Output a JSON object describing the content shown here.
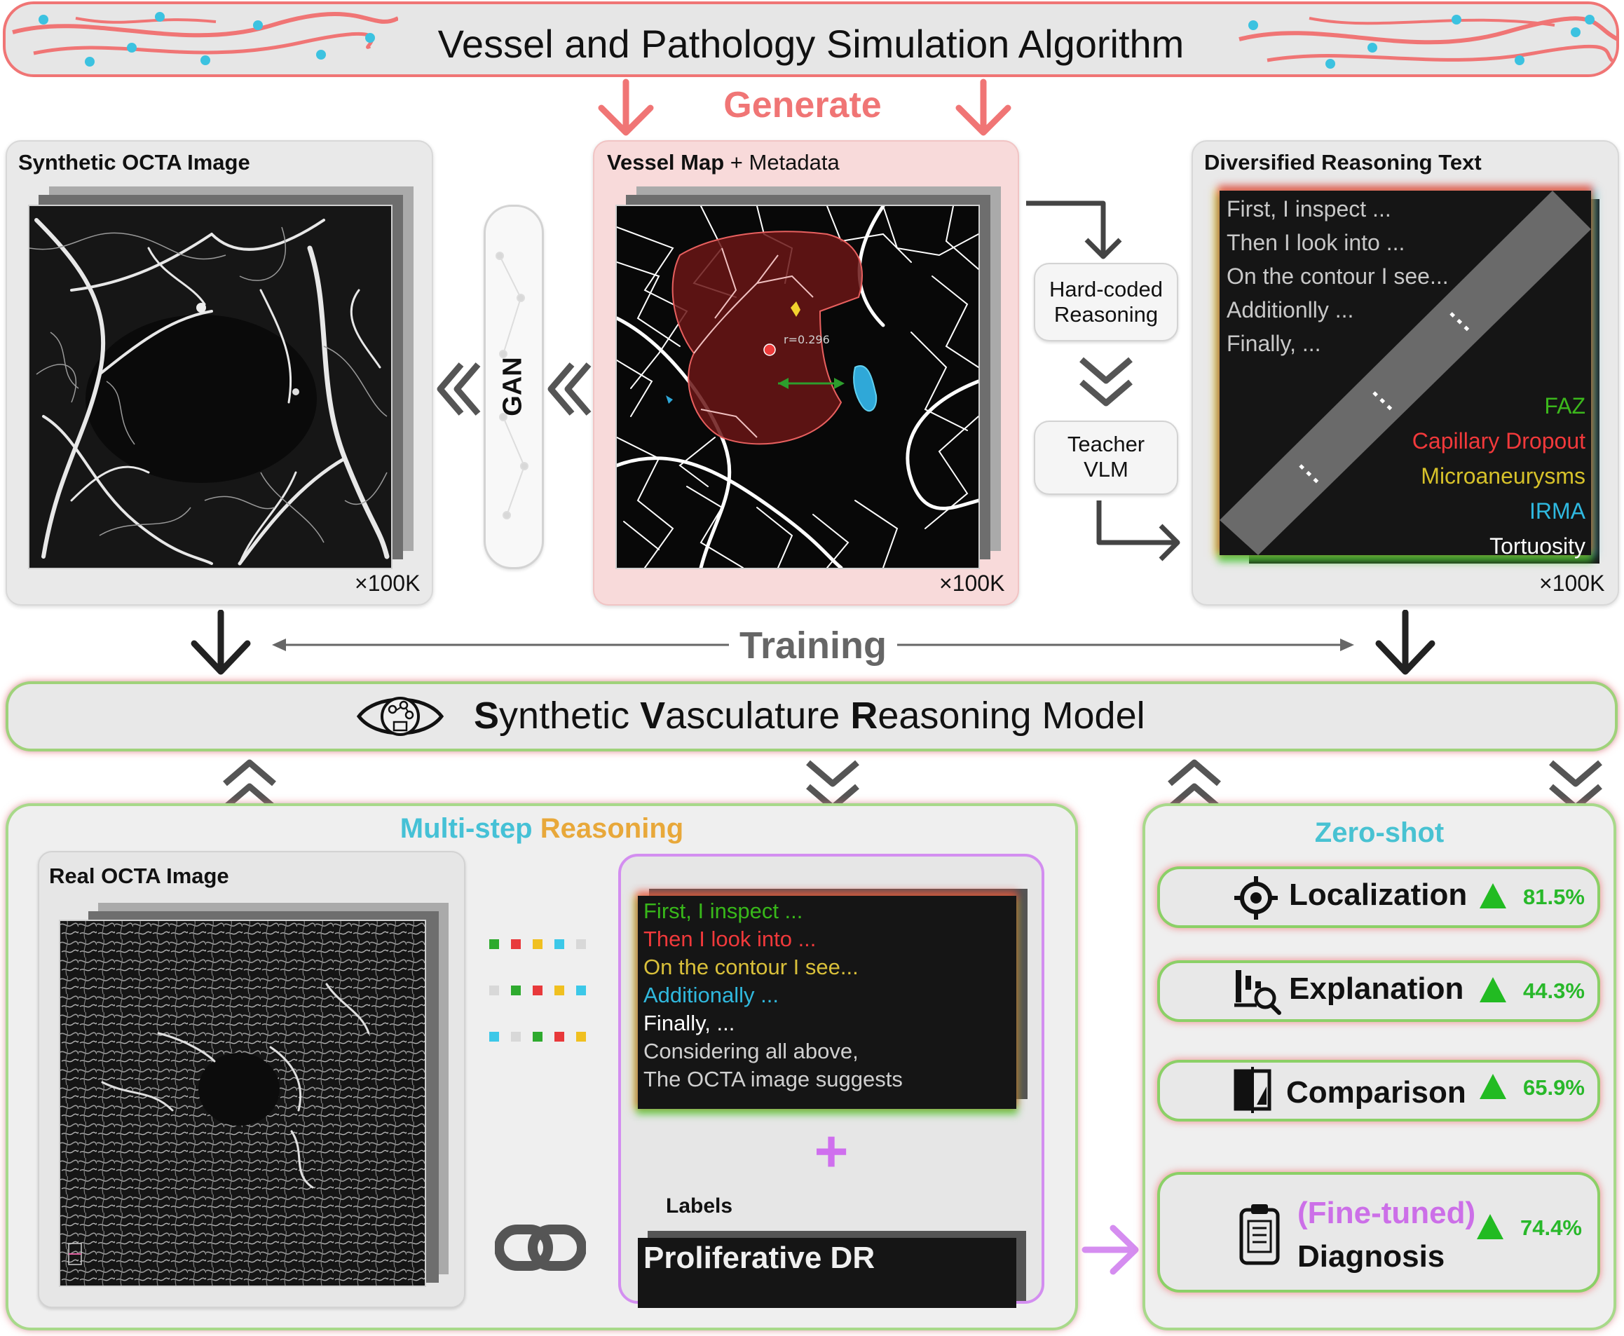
{
  "header": {
    "title": "Vessel and Pathology Simulation Algorithm"
  },
  "generate_label": "Generate",
  "synthetic_panel": {
    "title": "Synthetic OCTA Image",
    "multiplier": "100K"
  },
  "gan_label": "GAN",
  "vessel_panel": {
    "title_bold": "Vessel Map",
    "title_rest": "+ Metadata",
    "multiplier": "100K",
    "annotation": "r=0.296"
  },
  "hardcoded_label_line1": "Hard-coded",
  "hardcoded_label_line2": "Reasoning",
  "teacher_label_line1": "Teacher",
  "teacher_label_line2": "VLM",
  "reasoning_panel": {
    "title": "Diversified Reasoning Text",
    "multiplier": "100K",
    "lines": [
      "First, I inspect ...",
      "Then I look into ...",
      "On the contour I see...",
      "Additionlly ...",
      "Finally, ..."
    ],
    "tags": [
      {
        "text": "FAZ",
        "color": "#3cb81c"
      },
      {
        "text": "Capillary Dropout",
        "color": "#f2393b"
      },
      {
        "text": "Microaneurysms",
        "color": "#d6c12a"
      },
      {
        "text": "IRMA",
        "color": "#2fb9e0"
      },
      {
        "text": "Tortuosity",
        "color": "#ffffff"
      }
    ]
  },
  "training_label": "Training",
  "model": {
    "s1": "S",
    "s2": "ynthetic ",
    "v1": "V",
    "v2": "asculature ",
    "r1": "R",
    "r2": "easoning Model"
  },
  "multistep": {
    "title_a": "Multi-step",
    "title_b": "Reasoning",
    "real_image_title": "Real OCTA Image",
    "lines": [
      {
        "text": "First, I inspect ...",
        "color": "#38b81a"
      },
      {
        "text": "Then I look into ...",
        "color": "#f0393b"
      },
      {
        "text": "On the contour I see...",
        "color": "#d9c03a"
      },
      {
        "text": "Additionally ...",
        "color": "#30b8dd"
      },
      {
        "text": "Finally, ...",
        "color": "#ffffff"
      },
      {
        "text": "Considering all above,",
        "color": "#d0d0d0"
      },
      {
        "text": "The OCTA image suggests",
        "color": "#d0d0d0"
      }
    ],
    "plus": "+",
    "labels_title": "Labels",
    "label_value": "Proliferative DR"
  },
  "zero_shot": {
    "title": "Zero-shot",
    "rows": [
      {
        "label": "Localization",
        "value": "81.5%",
        "icon": "crosshair-icon"
      },
      {
        "label": "Explanation",
        "value": "44.3%",
        "icon": "chart-magnifier-icon"
      },
      {
        "label": "Comparison",
        "value": "65.9%",
        "icon": "compare-icon"
      }
    ],
    "finetuned": {
      "label_a": "(Fine-tuned)",
      "label_b": "Diagnosis",
      "value": "74.4%",
      "icon": "clipboard-icon"
    }
  },
  "colors": {
    "red": "#f07070",
    "green": "#3cb81c",
    "purple": "#d58df0",
    "gray_arrow": "#555555"
  }
}
